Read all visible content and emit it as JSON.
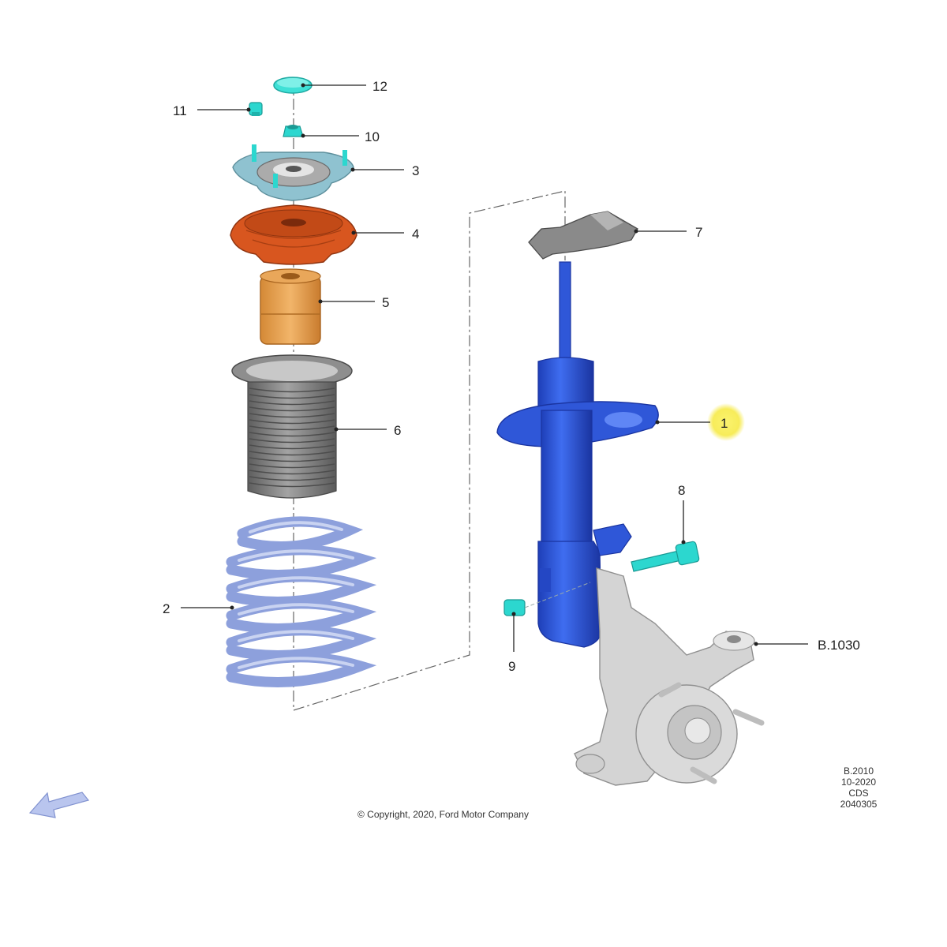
{
  "callouts": {
    "c1": "1",
    "c2": "2",
    "c3": "3",
    "c4": "4",
    "c5": "5",
    "c6": "6",
    "c7": "7",
    "c8": "8",
    "c9": "9",
    "c10": "10",
    "c11": "11",
    "c12": "12",
    "ref": "B.1030"
  },
  "meta_lines": [
    "B.2010",
    "10-2020",
    "CDS",
    "2040305"
  ],
  "copyright": "© Copyright, 2020, Ford Motor Company",
  "colors": {
    "strut": "#2f57d8",
    "spring": "#8da0dc",
    "mount_plate": "#8fc2d0",
    "fastener": "#2cd7cf",
    "bearing": "#d8561f",
    "bump_stop": "#e8a24f",
    "boot": "#7d7d7d",
    "knuckle": "#d4d4d4",
    "highlight": "#f7f06a"
  }
}
